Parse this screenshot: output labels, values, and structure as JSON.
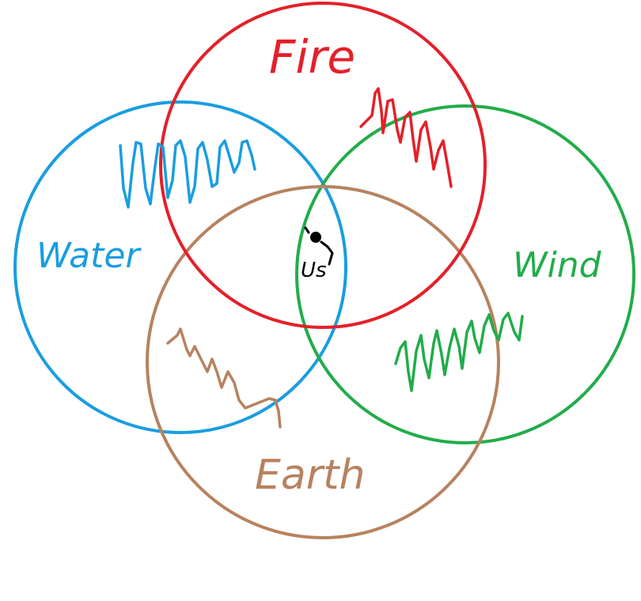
{
  "diagram": {
    "circles": [
      {
        "key": "fire",
        "label": "Fire",
        "color": "#e3202a"
      },
      {
        "key": "water",
        "label": "Water",
        "color": "#1a9de0"
      },
      {
        "key": "wind",
        "label": "Wind",
        "color": "#22ac4a"
      },
      {
        "key": "earth",
        "label": "Earth",
        "color": "#b7825f"
      }
    ],
    "center": {
      "label": "Us",
      "color": "#000000"
    }
  }
}
